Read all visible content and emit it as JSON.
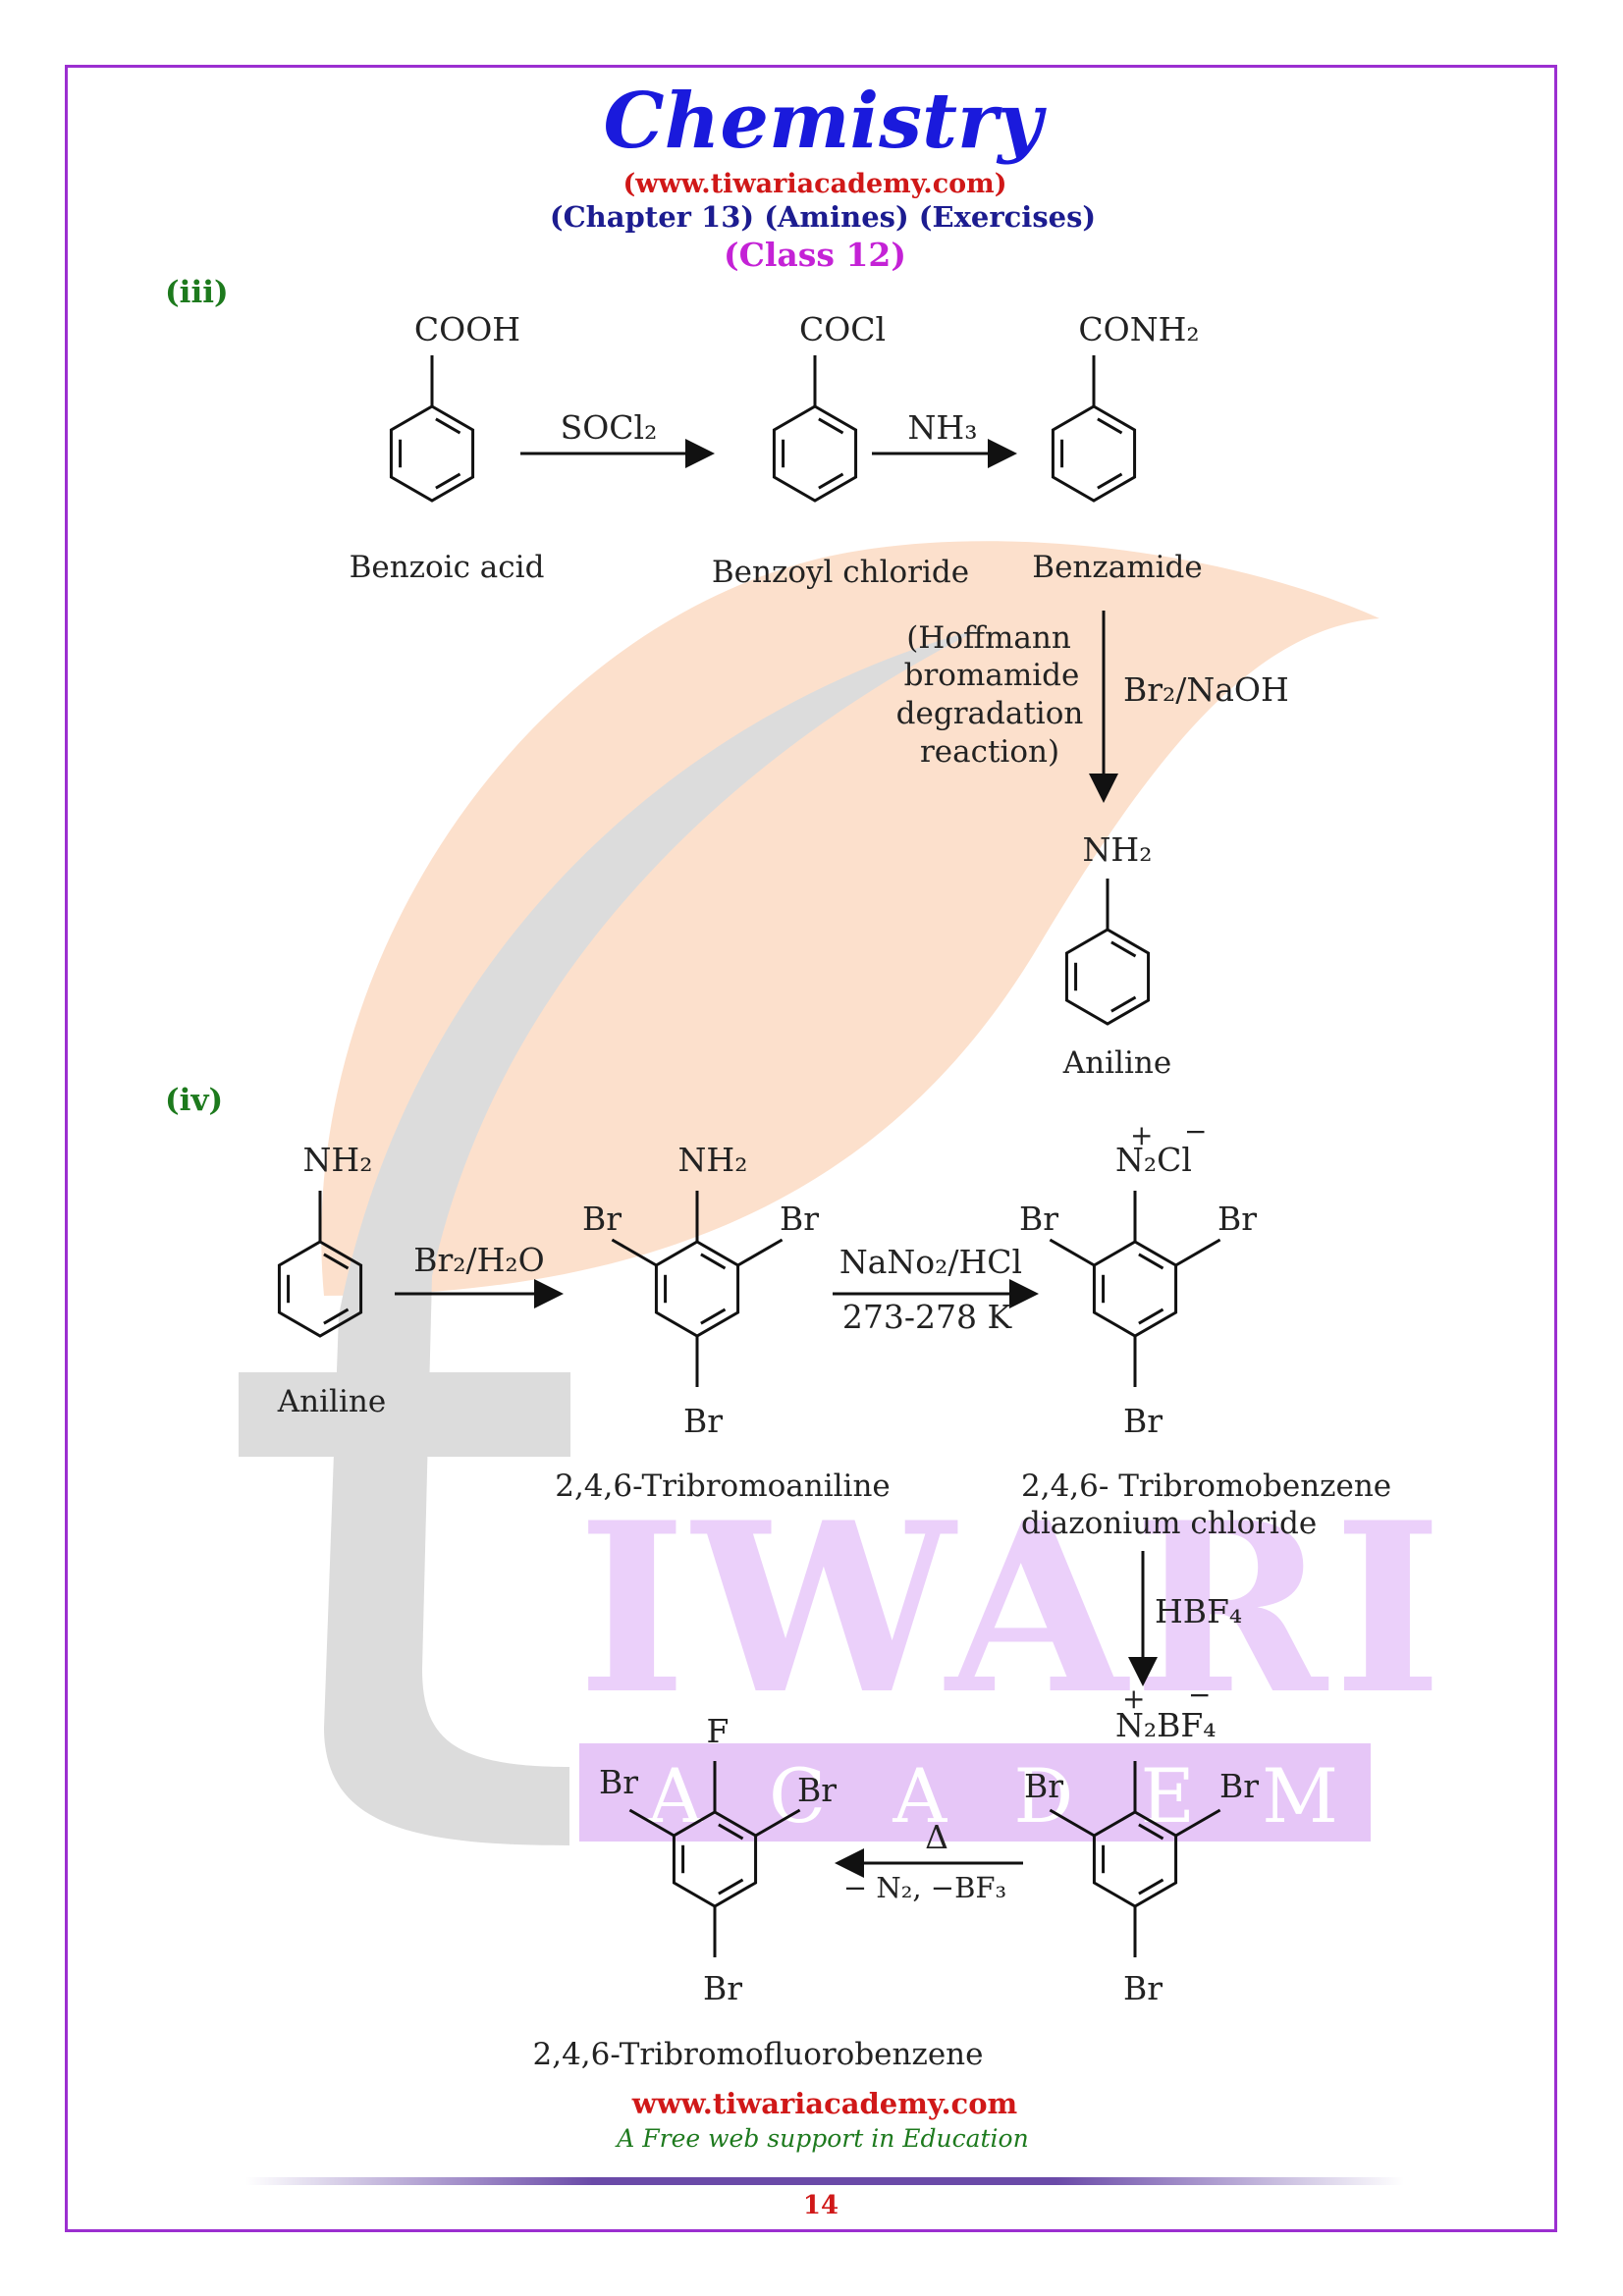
{
  "header": {
    "title": "Chemistry",
    "url": "(www.tiwariacademy.com)",
    "chapter": "(Chapter 13) (Amines) (Exercises)",
    "class_label": "(Class 12)"
  },
  "watermark": {
    "word_main": "IWARI",
    "word_sub": "A C A D E M Y"
  },
  "section_iii": {
    "label": "(iii)",
    "struct1_group": "COOH",
    "struct1_name": "Benzoic acid",
    "arrow1_reagent": "SOCl₂",
    "struct2_group": "COCl",
    "struct2_name": "Benzoyl chloride",
    "arrow2_reagent": "NH₃",
    "struct3_group": "CONH₂",
    "struct3_name": "Benzamide",
    "arrow3_reagent": "Br₂/NaOH",
    "arrow3_note_1": "(Hoffmann",
    "arrow3_note_2": "bromamide",
    "arrow3_note_3": "degradation",
    "arrow3_note_4": "reaction)",
    "struct4_group": "NH₂",
    "struct4_name": "Aniline"
  },
  "section_iv": {
    "label": "(iv)",
    "aniline_group": "NH₂",
    "aniline_name": "Aniline",
    "arrow1_reagent": "Br₂/H₂O",
    "tba_group": "NH₂",
    "tba_br_left": "Br",
    "tba_br_right": "Br",
    "tba_br_bottom": "Br",
    "tba_name": "2,4,6-Tribromoaniline",
    "arrow2_reagent_top": "NaNo₂/HCl",
    "arrow2_reagent_bottom": "273-278 K",
    "diaz_group_plus": "+",
    "diaz_group_main": "N₂Cl",
    "diaz_group_minus": "−",
    "diaz_br_left": "Br",
    "diaz_br_right": "Br",
    "diaz_br_bottom": "Br",
    "diaz_name_1": "2,4,6- Tribromobenzene",
    "diaz_name_2": "diazonium chloride",
    "arrow3_reagent": "HBF₄",
    "bf4_group_plus": "+",
    "bf4_group_main": "N₂BF₄",
    "bf4_group_minus": "−",
    "bf4_br_left": "Br",
    "bf4_br_right": "Br",
    "bf4_br_bottom": "Br",
    "arrow4_reagent_top": "Δ",
    "arrow4_reagent_bottom": "− N₂, −BF₃",
    "tbf_group": "F",
    "tbf_br_left": "Br",
    "tbf_br_right": "Br",
    "tbf_br_bottom": "Br",
    "tbf_name": "2,4,6-Tribromofluorobenzene"
  },
  "footer": {
    "url": "www.tiwariacademy.com",
    "tagline": "A Free web support in Education",
    "page_number": "14"
  }
}
